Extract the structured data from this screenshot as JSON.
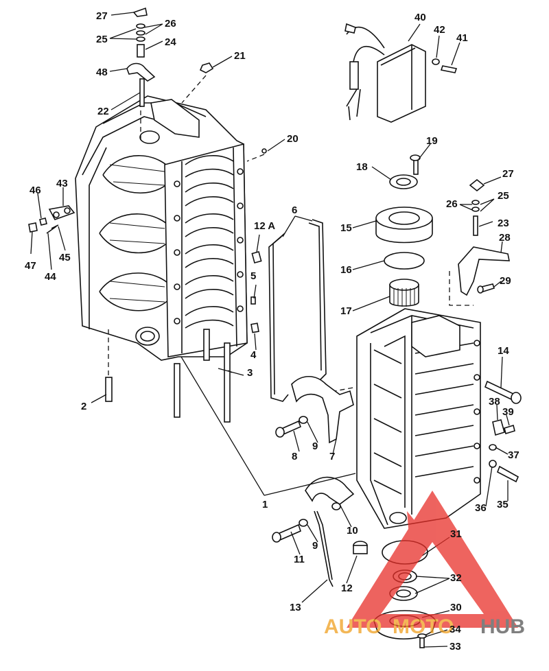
{
  "callouts": {
    "c1": "1",
    "c2": "2",
    "c3": "3",
    "c4": "4",
    "c5": "5",
    "c6": "6",
    "c7": "7",
    "c8": "8",
    "c9a": "9",
    "c9b": "9",
    "c10": "10",
    "c11": "11",
    "c12": "12",
    "c12a": "12 A",
    "c13": "13",
    "c14": "14",
    "c15": "15",
    "c16": "16",
    "c17": "17",
    "c18": "18",
    "c19": "19",
    "c20": "20",
    "c21": "21",
    "c22": "22",
    "c23": "23",
    "c24": "24",
    "c25a": "25",
    "c25b": "25",
    "c26a": "26",
    "c26b": "26",
    "c27a": "27",
    "c27b": "27",
    "c28": "28",
    "c29": "29",
    "c30": "30",
    "c31": "31",
    "c32": "32",
    "c33": "33",
    "c34": "34",
    "c35": "35",
    "c36": "36",
    "c37": "37",
    "c38": "38",
    "c39": "39",
    "c40": "40",
    "c41": "41",
    "c42": "42",
    "c43": "43",
    "c44": "44",
    "c45": "45",
    "c46": "46",
    "c47": "47",
    "c48": "48"
  },
  "watermark": {
    "part1": "AUTO",
    "part2": "MOTO",
    "part3": "HUB",
    "color_accent": "#f0a020",
    "color_triangle": "#e8302a",
    "color_dark": "#555555"
  }
}
